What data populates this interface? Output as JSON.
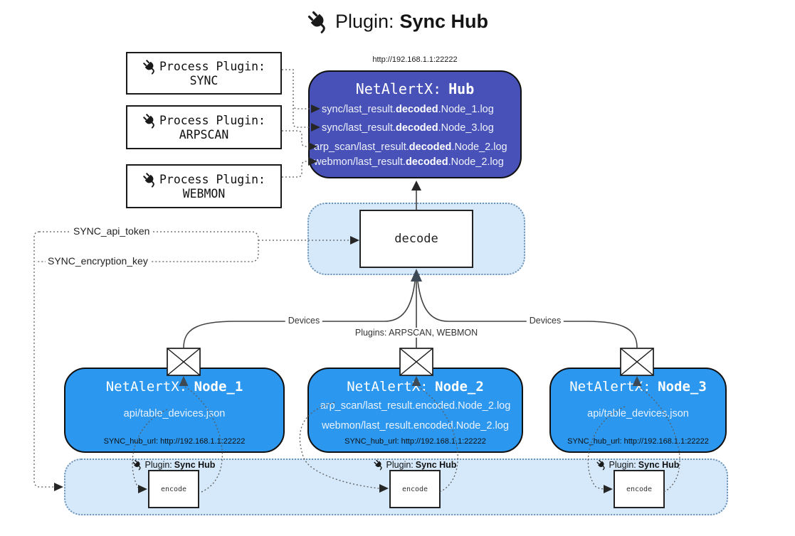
{
  "title": {
    "prefix": "Plugin:",
    "name": "Sync Hub"
  },
  "process_plugins": [
    {
      "label": "Process Plugin:",
      "name": "SYNC"
    },
    {
      "label": "Process Plugin:",
      "name": "ARPSCAN"
    },
    {
      "label": "Process Plugin:",
      "name": "WEBMON"
    }
  ],
  "hub": {
    "url": "http://192.168.1.1:22222",
    "title_prefix": "NetAlertX:",
    "title_name": "Hub",
    "log_lines": [
      {
        "pre": "sync/last_result.",
        "bold": "decoded",
        "post": ".Node_1.log"
      },
      {
        "pre": "sync/last_result.",
        "bold": "decoded",
        "post": ".Node_3.log"
      },
      {
        "pre": "arp_scan/last_result.",
        "bold": "decoded",
        "post": ".Node_2.log"
      },
      {
        "pre": "webmon/last_result.",
        "bold": "decoded",
        "post": ".Node_2.log"
      }
    ]
  },
  "decode_label": "decode",
  "secrets": {
    "api_token": "SYNC_api_token",
    "encryption_key": "SYNC_encryption_key"
  },
  "edge_labels": {
    "devices_left": "Devices",
    "plugins_center": "Plugins: ARPSCAN, WEBMON",
    "devices_right": "Devices"
  },
  "nodes": [
    {
      "title_prefix": "NetAlertX:",
      "title_name": "Node_1",
      "lines": [
        "api/table_devices.json"
      ],
      "hub_url": "SYNC_hub_url: http://192.168.1.1:22222"
    },
    {
      "title_prefix": "NetAlertX:",
      "title_name": "Node_2",
      "lines": [
        "arp_scan/last_result.encoded.Node_2.log",
        "webmon/last_result.encoded.Node_2.log"
      ],
      "hub_url": "SYNC_hub_url: http://192.168.1.1:22222"
    },
    {
      "title_prefix": "NetAlertX:",
      "title_name": "Node_3",
      "lines": [
        "api/table_devices.json"
      ],
      "hub_url": "SYNC_hub_url: http://192.168.1.1:22222"
    }
  ],
  "encoders": [
    {
      "plugin_prefix": "Plugin:",
      "plugin_name": "Sync Hub",
      "label": "encode"
    },
    {
      "plugin_prefix": "Plugin:",
      "plugin_name": "Sync Hub",
      "label": "encode"
    },
    {
      "plugin_prefix": "Plugin:",
      "plugin_name": "Sync Hub",
      "label": "encode"
    }
  ],
  "colors": {
    "hub_bg": "#4751b7",
    "node_bg": "#2b97ef",
    "container_bg": "#d6e9fa",
    "container_border": "#6f93b5",
    "arrow_dark": "#262626",
    "arrow_slate": "#3d4a55"
  }
}
